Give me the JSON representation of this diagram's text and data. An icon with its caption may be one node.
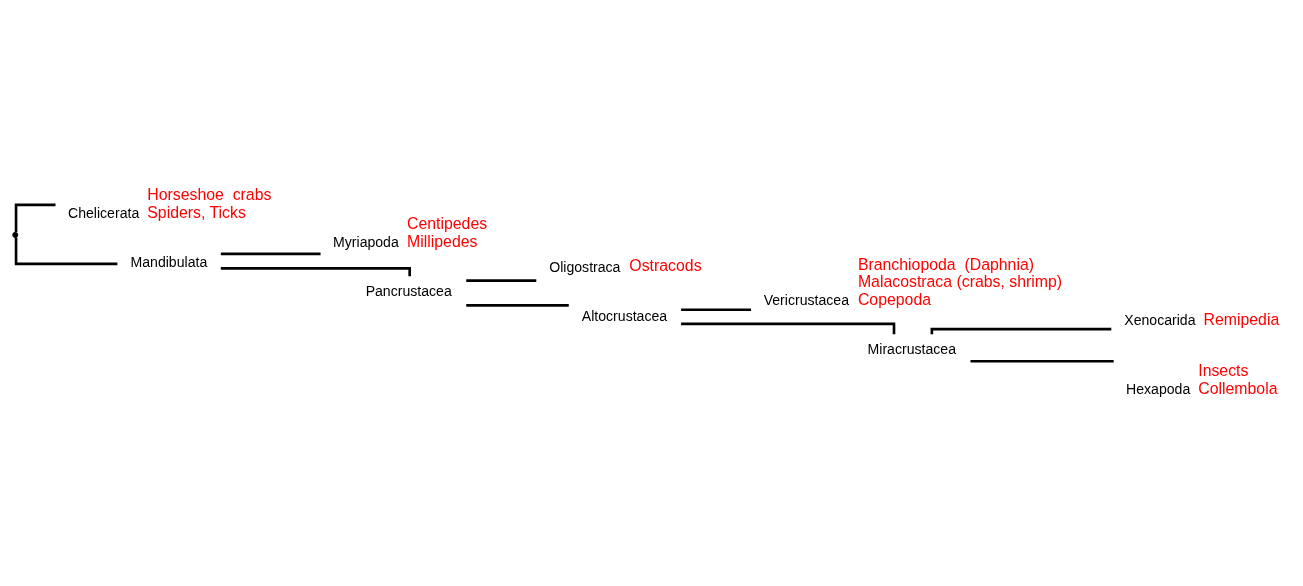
{
  "diagram": {
    "nodes": [
      {
        "text": [],
        "shape": "point"
      },
      {
        "text": [
          "Chelicerata"
        ],
        "beside": [
          "Horseshoe  crabs",
          "Spiders, Ticks"
        ]
      },
      {
        "text": [
          "Mandibulata"
        ]
      },
      {
        "text": [
          "Myriapoda"
        ],
        "beside": [
          "Centipedes",
          "Millipedes"
        ]
      },
      {
        "text": [
          "Pancrustacea"
        ]
      },
      {
        "text": [
          "Oligostraca"
        ],
        "beside": [
          "Ostracods"
        ]
      },
      {
        "text": [
          "Altocrustacea"
        ]
      },
      {
        "text": [
          "Vericrustacea"
        ],
        "beside": [
          "Branchiopoda  (Daphnia)",
          "Malacostraca (crabs, shrimp)",
          "Copepoda"
        ]
      },
      {
        "text": [
          "Miracrustacea"
        ]
      },
      {
        "text": [
          "Xenocarida"
        ],
        "beside": [
          "Remipedia"
        ]
      },
      {
        "text": [
          "Hexapoda"
        ],
        "beside": [
          "Insects",
          "Collembola"
        ]
      }
    ],
    "edges": [
      {
        "from": 0,
        "to": 1,
        "arrow": "none"
      },
      {
        "from": 0,
        "to": 2,
        "arrow": "none"
      },
      {
        "from": 2,
        "to": 3,
        "arrow": "none"
      },
      {
        "from": 2,
        "to": 4,
        "arrow": "none"
      },
      {
        "from": 4,
        "to": 5,
        "arrow": "none"
      },
      {
        "from": 4,
        "to": 6,
        "arrow": "none"
      },
      {
        "from": 6,
        "to": 7,
        "arrow": "none"
      },
      {
        "from": 6,
        "to": 8,
        "arrow": "none"
      },
      {
        "from": 8,
        "to": 9,
        "arrow": "none"
      },
      {
        "from": 8,
        "to": 10,
        "arrow": "none"
      }
    ]
  }
}
